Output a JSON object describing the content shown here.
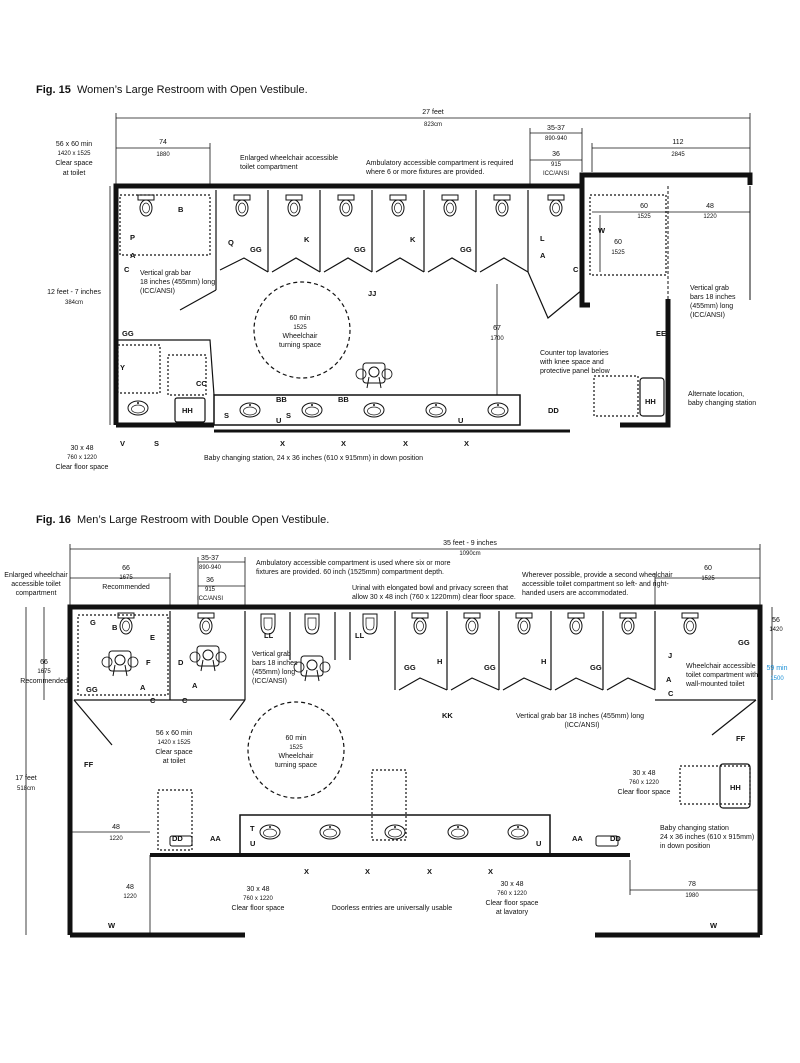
{
  "fig15": {
    "num": "Fig. 15",
    "title": "Women’s Large Restroom with Open Vestibule.",
    "dims": {
      "overall": "27 feet",
      "overall_cm": "823cm",
      "d74": "74",
      "d74_mm": "1880",
      "d3537": "35-37",
      "d3537_mm": "890-940",
      "d36": "36",
      "d36_mm": "915",
      "d36_src": "ICC/ANSI",
      "d112": "112",
      "d112_mm": "2845",
      "d60": "60",
      "d60_mm": "1525",
      "d48": "48",
      "d48_mm": "1220",
      "d60b": "60",
      "d60b_mm": "1525",
      "d67": "67",
      "d67_mm": "1700",
      "height": "12 feet - 7 inches",
      "height_cm": "384cm",
      "clear_toilet": "56 x 60 min",
      "clear_toilet_mm": "1420 x 1525",
      "clear_toilet_t1": "Clear space",
      "clear_toilet_t2": "at toilet",
      "clear_floor": "30 x 48",
      "clear_floor_mm": "760 x 1220",
      "clear_floor_t": "Clear floor space"
    },
    "notes": {
      "enlarged1": "Enlarged wheelchair accessible",
      "enlarged2": "toilet compartment",
      "amb1": "Ambulatory accessible compartment is required",
      "amb2": "where 6 or more fixtures are provided.",
      "grab1": "Vertical grab bar",
      "grab2": "18 inches (455mm) long",
      "grab3": "(ICC/ANSI)",
      "grabr1": "Vertical grab",
      "grabr2": "bars 18 inches",
      "grabr3": "(455mm) long",
      "grabr4": "(ICC/ANSI)",
      "turn1": "60 min",
      "turn2": "1525",
      "turn3": "Wheelchair",
      "turn4": "turning space",
      "counter1": "Counter top lavatories",
      "counter2": "with knee space and",
      "counter3": "protective panel below",
      "alt1": "Alternate location,",
      "alt2": "baby changing station",
      "baby": "Baby changing station, 24 x 36 inches (610 x 915mm) in down position"
    },
    "letters": {
      "B": "B",
      "P": "P",
      "A": "A",
      "C": "C",
      "Q": "Q",
      "GG": "GG",
      "K": "K",
      "JJ": "JJ",
      "L": "L",
      "W": "W",
      "Y": "Y",
      "CC": "CC",
      "HH": "HH",
      "BB": "BB",
      "S": "S",
      "U": "U",
      "X": "X",
      "DD": "DD",
      "EE": "EE",
      "V": "V"
    }
  },
  "fig16": {
    "num": "Fig. 16",
    "title": "Men’s Large Restroom with Double Open Vestibule.",
    "dims": {
      "overall": "35 feet - 9 inches",
      "overall_cm": "1090cm",
      "d66": "66",
      "d66_mm": "1675",
      "d66_t": "Recommended",
      "d3537": "35-37",
      "d3537_mm": "890-940",
      "d36": "36",
      "d36_mm": "915",
      "d36_src": "ICC/ANSI",
      "d60": "60",
      "d60_mm": "1525",
      "d66v": "66",
      "d66v_mm": "1675",
      "d66v_t": "Recommended",
      "height": "17 feet",
      "height_cm": "518cm",
      "d56": "56",
      "d56_mm": "1420",
      "d59": "59 min",
      "d59_mm": "1500",
      "clear_toilet": "56 x 60 min",
      "clear_toilet_mm": "1420 x 1525",
      "clear_toilet_t1": "Clear space",
      "clear_toilet_t2": "at toilet",
      "d48a": "48",
      "d48a_mm": "1220",
      "d48b": "48",
      "d48b_mm": "1220",
      "d78": "78",
      "d78_mm": "1980",
      "cf1": "30 x 48",
      "cf1_mm": "760 x 1220",
      "cf1_t": "Clear floor space",
      "cf2": "30 x 48",
      "cf2_mm": "760 x 1220",
      "cf2_t1": "Clear floor space",
      "cf2_t2": "at lavatory",
      "cf3": "30 x 48",
      "cf3_mm": "760 x 1220",
      "cf3_t": "Clear floor space"
    },
    "notes": {
      "enl1": "Enlarged wheelchair",
      "enl2": "accessible toilet",
      "enl3": "compartment",
      "amb1": "Ambulatory accessible compartment is used where six or more",
      "amb2": "fixtures are provided. 60 inch (1525mm) compartment depth.",
      "uri1": "Urinal with elongated bowl and privacy screen that",
      "uri2": "allow 30 x 48 inch (760 x 1220mm) clear floor space.",
      "where1": "Wherever possible, provide a second wheelchair",
      "where2": "accessible toilet compartment so left- and right-",
      "where3": "handed users are accommodated.",
      "vg1": "Vertical grab",
      "vg2": "bars 18 inches",
      "vg3": "(455mm) long",
      "vg4": "(ICC/ANSI)",
      "turn1": "60 min",
      "turn2": "1525",
      "turn3": "Wheelchair",
      "turn4": "turning space",
      "vgb1": "Vertical grab bar 18 inches (455mm) long",
      "vgb2": "(ICC/ANSI)",
      "wac1": "Wheelchair accessible",
      "wac2": "toilet compartment with",
      "wac3": "wall-mounted toilet",
      "baby1": "Baby changing station",
      "baby2": "24 x 36 inches (610 x 915mm)",
      "baby3": "in down position",
      "doorless": "Doorless entries are universally usable"
    },
    "letters": {
      "G": "G",
      "B": "B",
      "E": "E",
      "F": "F",
      "GG": "GG",
      "D": "D",
      "A": "A",
      "C": "C",
      "LL": "LL",
      "H": "H",
      "KK": "KK",
      "J": "J",
      "FF": "FF",
      "HH": "HH",
      "DD": "DD",
      "AA": "AA",
      "T": "T",
      "U": "U",
      "X": "X",
      "W": "W"
    }
  }
}
